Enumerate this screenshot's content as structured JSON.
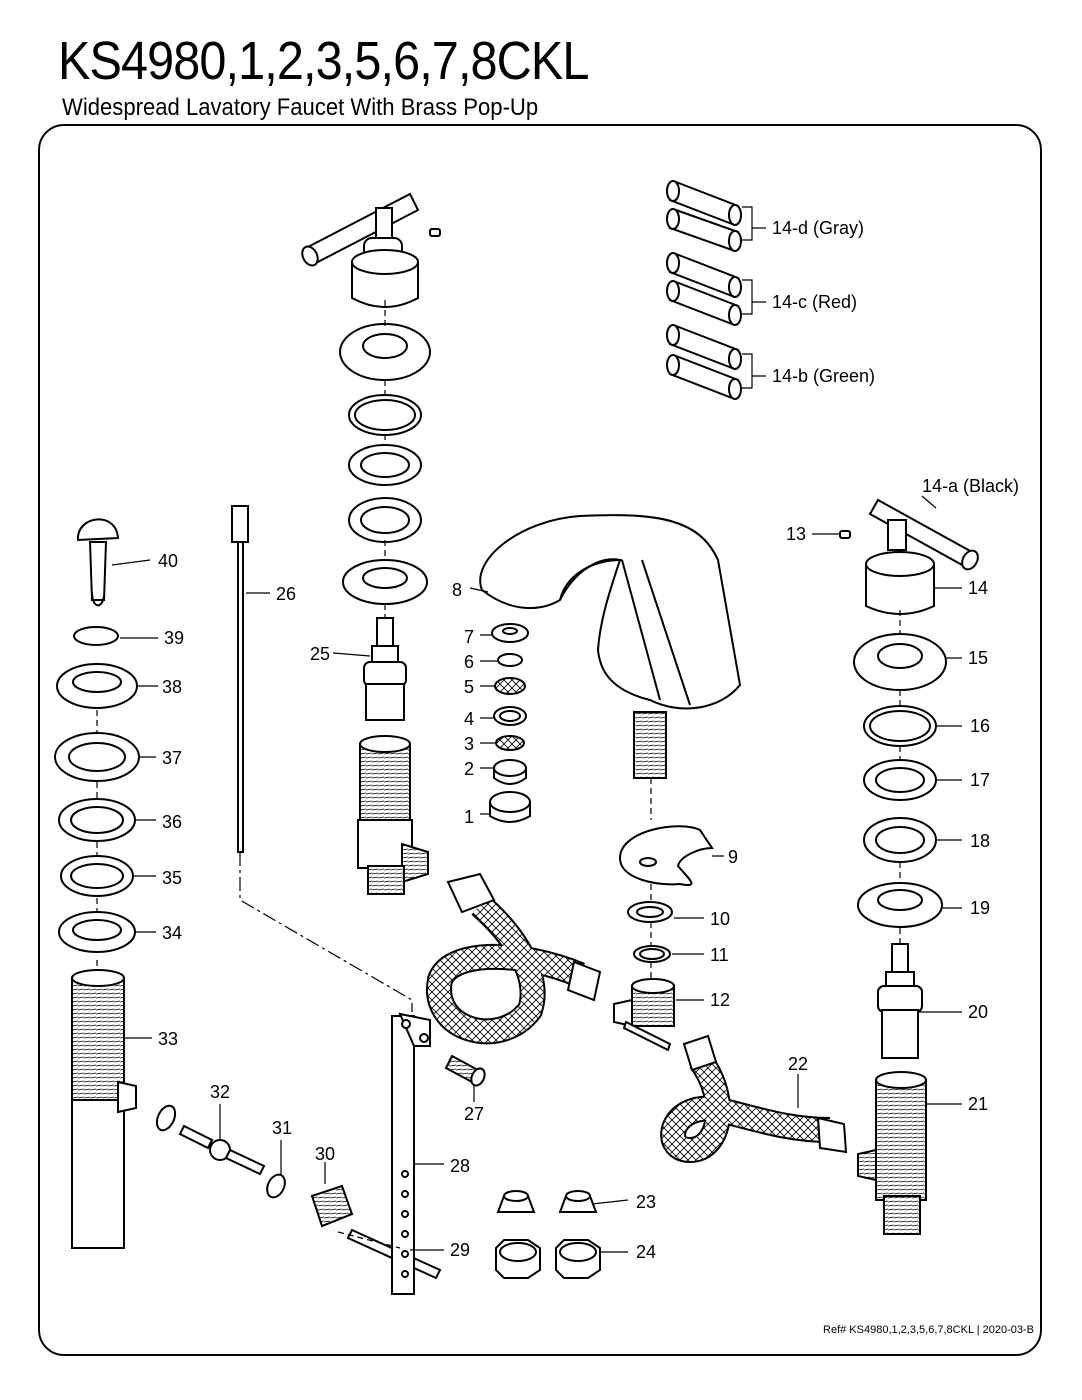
{
  "header": {
    "title": "KS4980,1,2,3,5,6,7,8CKL",
    "subtitle": "Widespread Lavatory Faucet With Brass Pop-Up"
  },
  "callouts": {
    "p1": "1",
    "p2": "2",
    "p3": "3",
    "p4": "4",
    "p5": "5",
    "p6": "6",
    "p7": "7",
    "p8": "8",
    "p9": "9",
    "p10": "10",
    "p11": "11",
    "p12": "12",
    "p13": "13",
    "p14": "14",
    "p15": "15",
    "p16": "16",
    "p17": "17",
    "p18": "18",
    "p19": "19",
    "p20": "20",
    "p21": "21",
    "p22": "22",
    "p23": "23",
    "p24": "24",
    "p25": "25",
    "p26": "26",
    "p27": "27",
    "p28": "28",
    "p29": "29",
    "p30": "30",
    "p31": "31",
    "p32": "32",
    "p33": "33",
    "p34": "34",
    "p35": "35",
    "p36": "36",
    "p37": "37",
    "p38": "38",
    "p39": "39",
    "p40": "40",
    "p14a": "14-a (Black)",
    "p14b": "14-b (Green)",
    "p14c": "14-c (Red)",
    "p14d": "14-d (Gray)"
  },
  "footer": {
    "reference": "Ref# KS4980,1,2,3,5,6,7,8CKL | 2020-03-B"
  }
}
